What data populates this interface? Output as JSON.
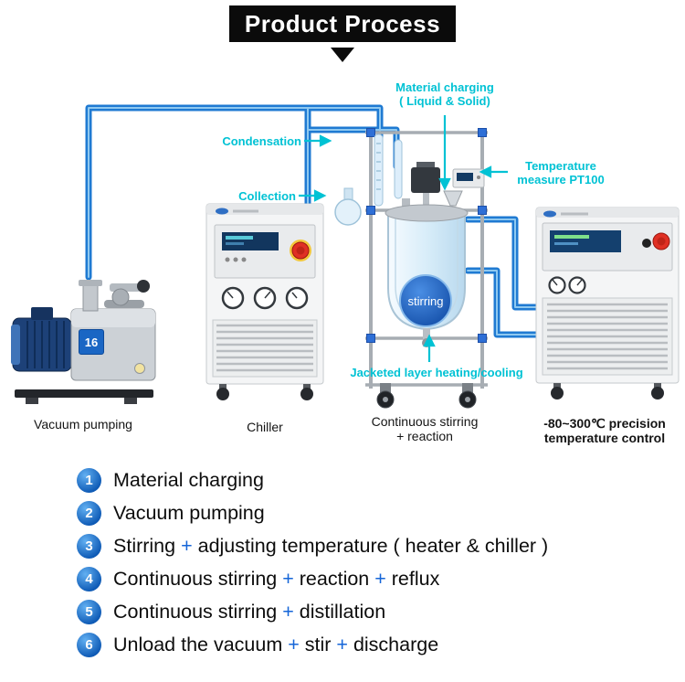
{
  "header": {
    "title": "Product Process"
  },
  "diagram": {
    "annotations": {
      "material_charging_line1": "Material charging",
      "material_charging_line2": "( Liquid & Solid)",
      "condensation": "Condensation",
      "collection": "Collection",
      "temperature_line1": "Temperature",
      "temperature_line2": "measure PT100",
      "jacketed": "Jacketed layer heating/cooling",
      "stirring": "stirring"
    },
    "pump_badge": "16",
    "equipment_labels": {
      "vacuum": "Vacuum pumping",
      "chiller": "Chiller",
      "reactor_line1": "Continuous stirring",
      "reactor_line2": "+ reaction",
      "temp_line1": "-80~300℃ precision",
      "temp_line2": "temperature control"
    },
    "colors": {
      "annotation_cyan": "#00c2d4",
      "pipe_blue": "#1f7ad2",
      "accent_blue": "#1565d8",
      "badge_blue": "#0c58b4"
    }
  },
  "steps": [
    {
      "num": "1",
      "segments": [
        "Material charging"
      ]
    },
    {
      "num": "2",
      "segments": [
        "Vacuum pumping"
      ]
    },
    {
      "num": "3",
      "segments": [
        "Stirring ",
        "+",
        " adjusting temperature ( heater & chiller )"
      ]
    },
    {
      "num": "4",
      "segments": [
        "Continuous stirring ",
        "+",
        " reaction ",
        "+",
        " reflux"
      ]
    },
    {
      "num": "5",
      "segments": [
        "Continuous stirring ",
        "+",
        " distillation"
      ]
    },
    {
      "num": "6",
      "segments": [
        "Unload the vacuum ",
        "+",
        " stir ",
        "+",
        " discharge"
      ]
    }
  ]
}
